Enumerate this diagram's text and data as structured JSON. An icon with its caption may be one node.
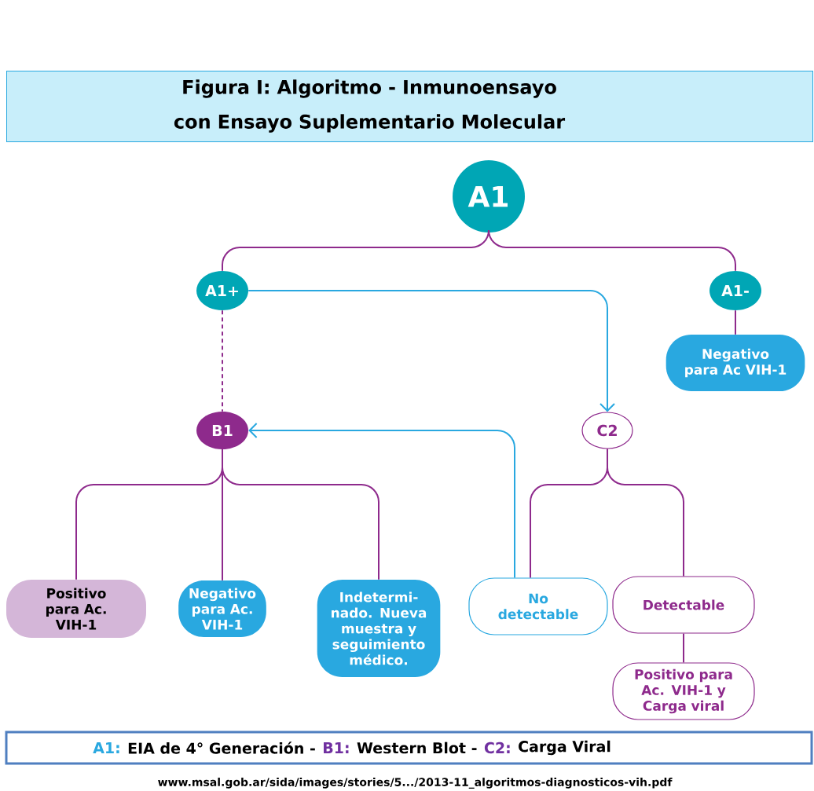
{
  "diagram": {
    "title": "Figura I: Algoritmo - Inmunoensayo con Ensayo Suplementario Molecular",
    "nodes": [
      {
        "text": [
          "A1"
        ]
      },
      {
        "text": [
          "A1+"
        ]
      },
      {
        "text": [
          "A1-"
        ]
      },
      {
        "text": [
          "Negativo para Ac VIH-1"
        ]
      },
      {
        "text": [
          "B1"
        ]
      },
      {
        "text": [
          "C2"
        ]
      },
      {
        "text": [
          "Positivo para Ac. VIH-1"
        ]
      },
      {
        "text": [
          "Negativo para Ac. VIH-1"
        ]
      },
      {
        "text": [
          "Indetermi-nado. Nueva muestra y seguimiento médico."
        ]
      },
      {
        "text": [
          "No detectable"
        ]
      },
      {
        "text": [
          "Detectable"
        ]
      },
      {
        "text": [
          "Positivo para Ac. VIH-1 y Carga viral"
        ]
      }
    ],
    "edges": [
      {
        "from": 0,
        "to": 1,
        "arrow": "none"
      },
      {
        "from": 0,
        "to": 2,
        "arrow": "none"
      },
      {
        "from": 1,
        "to": 5,
        "arrow": "to",
        "color": "#29a8e0"
      },
      {
        "from": 1,
        "to": 4,
        "arrow": "none",
        "style": "dashed"
      },
      {
        "from": 2,
        "to": 3,
        "arrow": "none"
      },
      {
        "from": 4,
        "to": 6,
        "arrow": "none"
      },
      {
        "from": 4,
        "to": 7,
        "arrow": "none"
      },
      {
        "from": 4,
        "to": 8,
        "arrow": "none"
      },
      {
        "from": 9,
        "to": 4,
        "arrow": "to",
        "color": "#29a8e0"
      },
      {
        "from": 5,
        "to": 9,
        "arrow": "none"
      },
      {
        "from": 5,
        "to": 10,
        "arrow": "none"
      },
      {
        "from": 10,
        "to": 11,
        "arrow": "none"
      }
    ],
    "labels": [
      "A1:",
      "EIA de 4° Generación -",
      "B1:",
      "Western Blot -",
      "C2:",
      "Carga Viral",
      "www.msal.gob.ar/sida/images/stories/5.../2013-11_algoritmos-diagnosticos-vih.pdf"
    ]
  }
}
